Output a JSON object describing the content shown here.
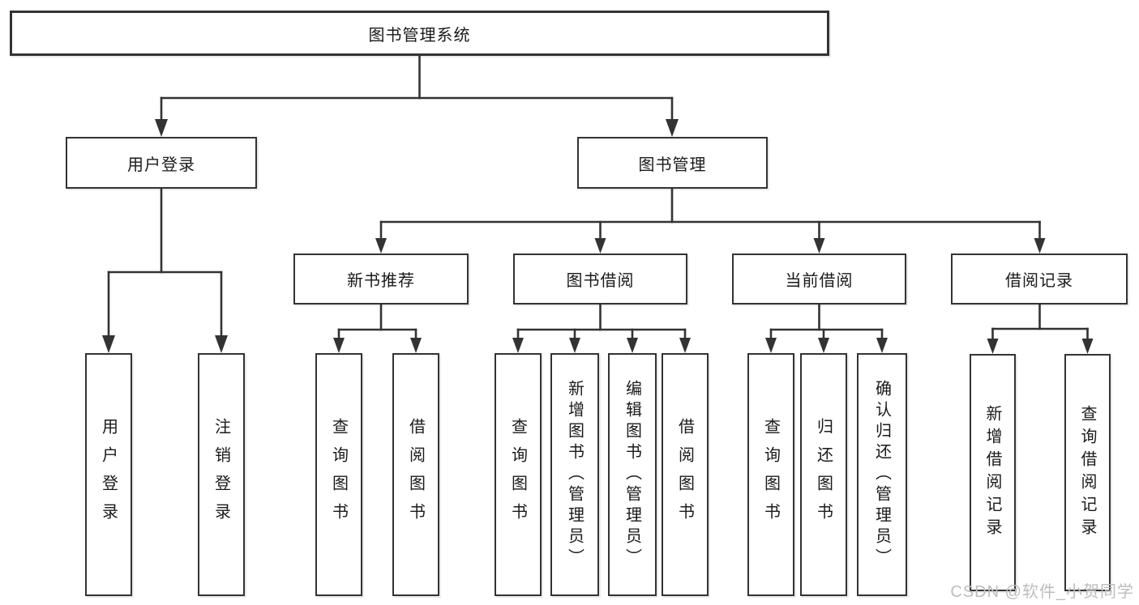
{
  "diagram": {
    "title": "图书管理系统",
    "root": {
      "label": "图书管理系统"
    },
    "level2": [
      {
        "label": "用户登录"
      },
      {
        "label": "图书管理"
      }
    ],
    "level3": [
      {
        "label": "新书推荐"
      },
      {
        "label": "图书借阅"
      },
      {
        "label": "当前借阅"
      },
      {
        "label": "借阅记录"
      }
    ],
    "leaves": {
      "user_login": [
        "用户登录",
        "注销登录"
      ],
      "new_books": [
        "查询图书",
        "借阅图书"
      ],
      "book_borrow": [
        "查询图书",
        "新增图书（管理员）",
        "编辑图书（管理员）",
        "借阅图书"
      ],
      "current_borrow": [
        "查询图书",
        "归还图书",
        "确认归还（管理员）"
      ],
      "borrow_records": [
        "新增借阅记录",
        "查询借阅记录"
      ]
    },
    "colors": {
      "line": "#333333",
      "box_border": "#333333",
      "box_fill": "#ffffff",
      "text": "#1a1a1a",
      "watermark": "#bdbdbd"
    },
    "watermark": "CSDN @软件_小贺同学"
  }
}
